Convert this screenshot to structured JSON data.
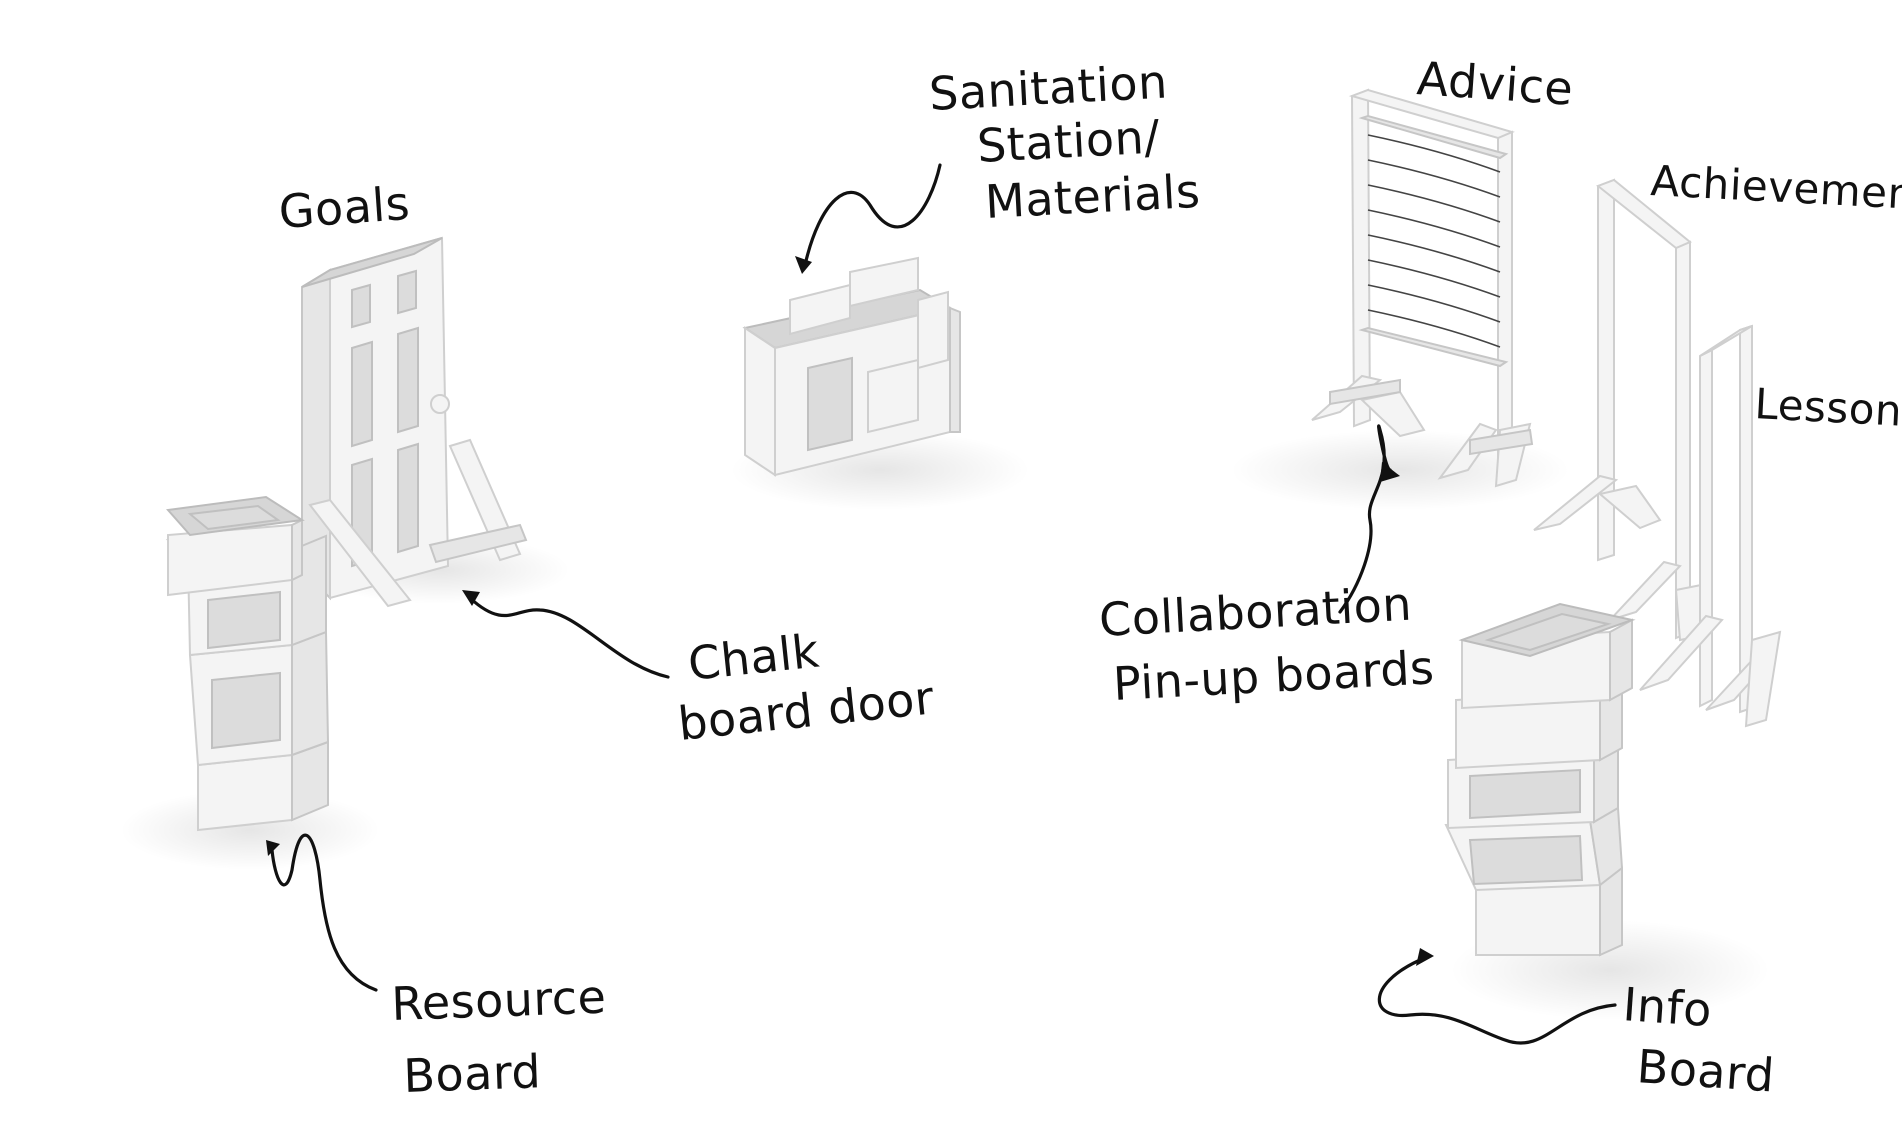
{
  "labels": {
    "goals": "Goals",
    "sanitation_line1": "Sanitation",
    "sanitation_line2": "Station/",
    "sanitation_line3": "Materials",
    "advice": "Advice",
    "achievements": "Achievements",
    "lessons": "Lessons",
    "chalk_line1": "Chalk",
    "chalk_line2": "board door",
    "collab_line1": "Collaboration",
    "collab_line2": "Pin-up boards",
    "resource_line1": "Resource",
    "resource_line2": "Board",
    "info_line1": "Info",
    "info_line2": "Board"
  },
  "colors": {
    "background": "#ffffff",
    "ink": "#111111",
    "object_face": "#f4f4f4",
    "object_side": "#e0e0e0"
  }
}
